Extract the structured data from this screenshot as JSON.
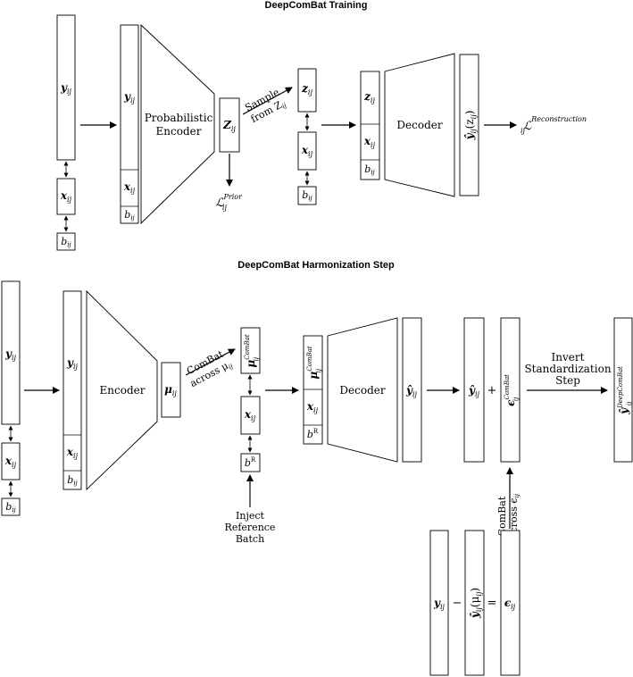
{
  "training": {
    "title": "DeepComBat Training",
    "y": "y",
    "x": "x",
    "b": "b",
    "ij": "ij",
    "encoder_line1": "Probabilistic",
    "encoder_line2": "Encoder",
    "z_cap": "Z",
    "z": "z",
    "sample_line1": "Sample",
    "sample_line2": "from Z",
    "decoder": "Decoder",
    "yhat_z": "ŷ",
    "yhat_z_arg": "(z",
    "yhat_z_close": ")",
    "loss": "ℒ",
    "loss_prior": "Prior",
    "loss_recon": "Reconstruction"
  },
  "harmonization": {
    "title": "DeepComBat Harmonization Step",
    "y": "y",
    "x": "x",
    "b": "b",
    "ij": "ij",
    "encoder": "Encoder",
    "mu": "μ",
    "combat_line1": "ComBat",
    "combat_line2": "across μ",
    "combat_sup": "ComBat",
    "bref": "b",
    "bref_sup": "R",
    "inject_line1": "Inject",
    "inject_line2": "Reference",
    "inject_line3": "Batch",
    "decoder": "Decoder",
    "yhat": "ŷ",
    "plus": "+",
    "epsilon": "ϵ",
    "invert_line1": "Invert",
    "invert_line2": "Standardization",
    "invert_line3": "Step",
    "final_sup": "DeepComBat",
    "minus": "−",
    "equals": "=",
    "yhat_mu_arg": "(μ",
    "yhat_mu_close": ")",
    "eps_combat_line1": "ComBat",
    "eps_combat_line2": "across ϵ"
  }
}
